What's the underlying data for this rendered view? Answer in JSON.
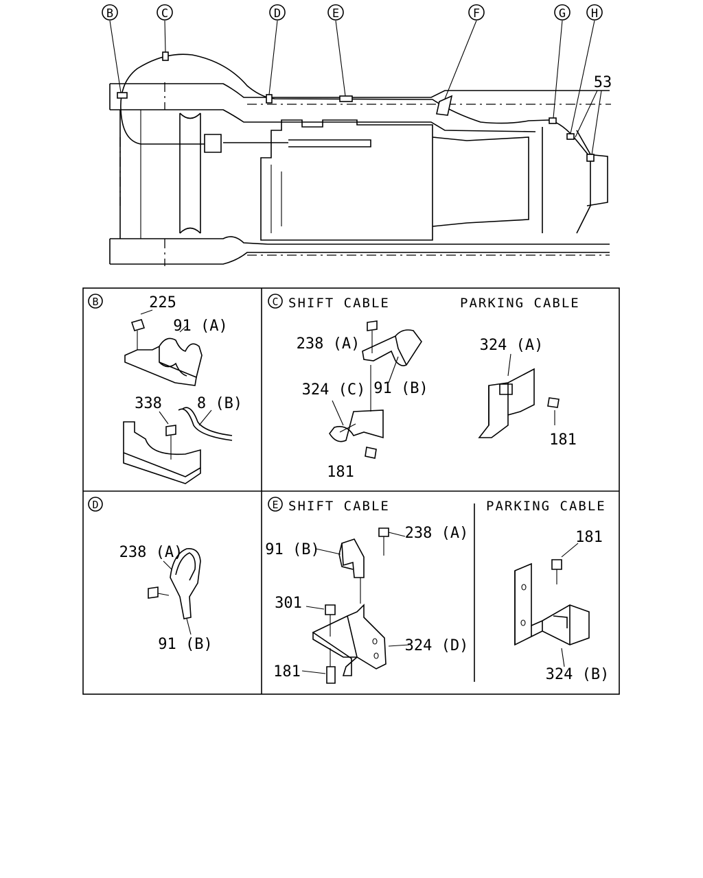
{
  "top_callouts": [
    "B",
    "C",
    "D",
    "E",
    "F",
    "G",
    "H"
  ],
  "top_part_53": "53",
  "panels": {
    "b": {
      "letter": "B",
      "labels": [
        "225",
        "91 (A)",
        "338",
        "8 (B)"
      ]
    },
    "c": {
      "letter": "C",
      "title_left": "SHIFT CABLE",
      "title_right": "PARKING CABLE",
      "labels": [
        "238 (A)",
        "91 (B)",
        "324 (C)",
        "181",
        "324 (A)",
        "181"
      ]
    },
    "d": {
      "letter": "D",
      "labels": [
        "238 (A)",
        "91 (B)"
      ]
    },
    "e": {
      "letter": "E",
      "title_left": "SHIFT CABLE",
      "title_right": "PARKING CABLE",
      "labels": [
        "238 (A)",
        "91 (B)",
        "301",
        "324 (D)",
        "181",
        "181",
        "324 (B)"
      ]
    }
  }
}
